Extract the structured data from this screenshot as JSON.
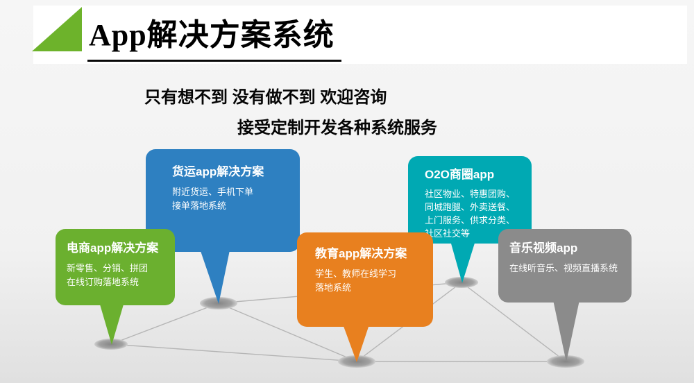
{
  "header": {
    "title": "App解决方案系统",
    "accent_color": "#6db32b",
    "band_color": "#ffffff"
  },
  "tagline": {
    "line1": "只有想不到 没有做不到 欢迎咨询",
    "line2": "接受定制开发各种系统服务"
  },
  "bubbles": [
    {
      "title": "货运app解决方案",
      "body": "附近货运、手机下单\n接单落地系统",
      "color": "#2e80c1"
    },
    {
      "title": "O2O商圈app",
      "body": "社区物业、特惠团购、\n同城跑腿、外卖送餐、\n上门服务、供求分类、\n社区社交等",
      "color": "#00a9b3"
    },
    {
      "title": "电商app解决方案",
      "body": "新零售、分销、拼团\n在线订购落地系统",
      "color": "#6bb02f"
    },
    {
      "title": "教育app解决方案",
      "body": "学生、教师在线学习\n落地系统",
      "color": "#e8801f"
    },
    {
      "title": "音乐视频app",
      "body": "在线听音乐、视频直播系统",
      "color": "#8b8b8b"
    }
  ],
  "network": {
    "line_color": "#b5b5b5",
    "node_color": "#9a9a9a"
  }
}
